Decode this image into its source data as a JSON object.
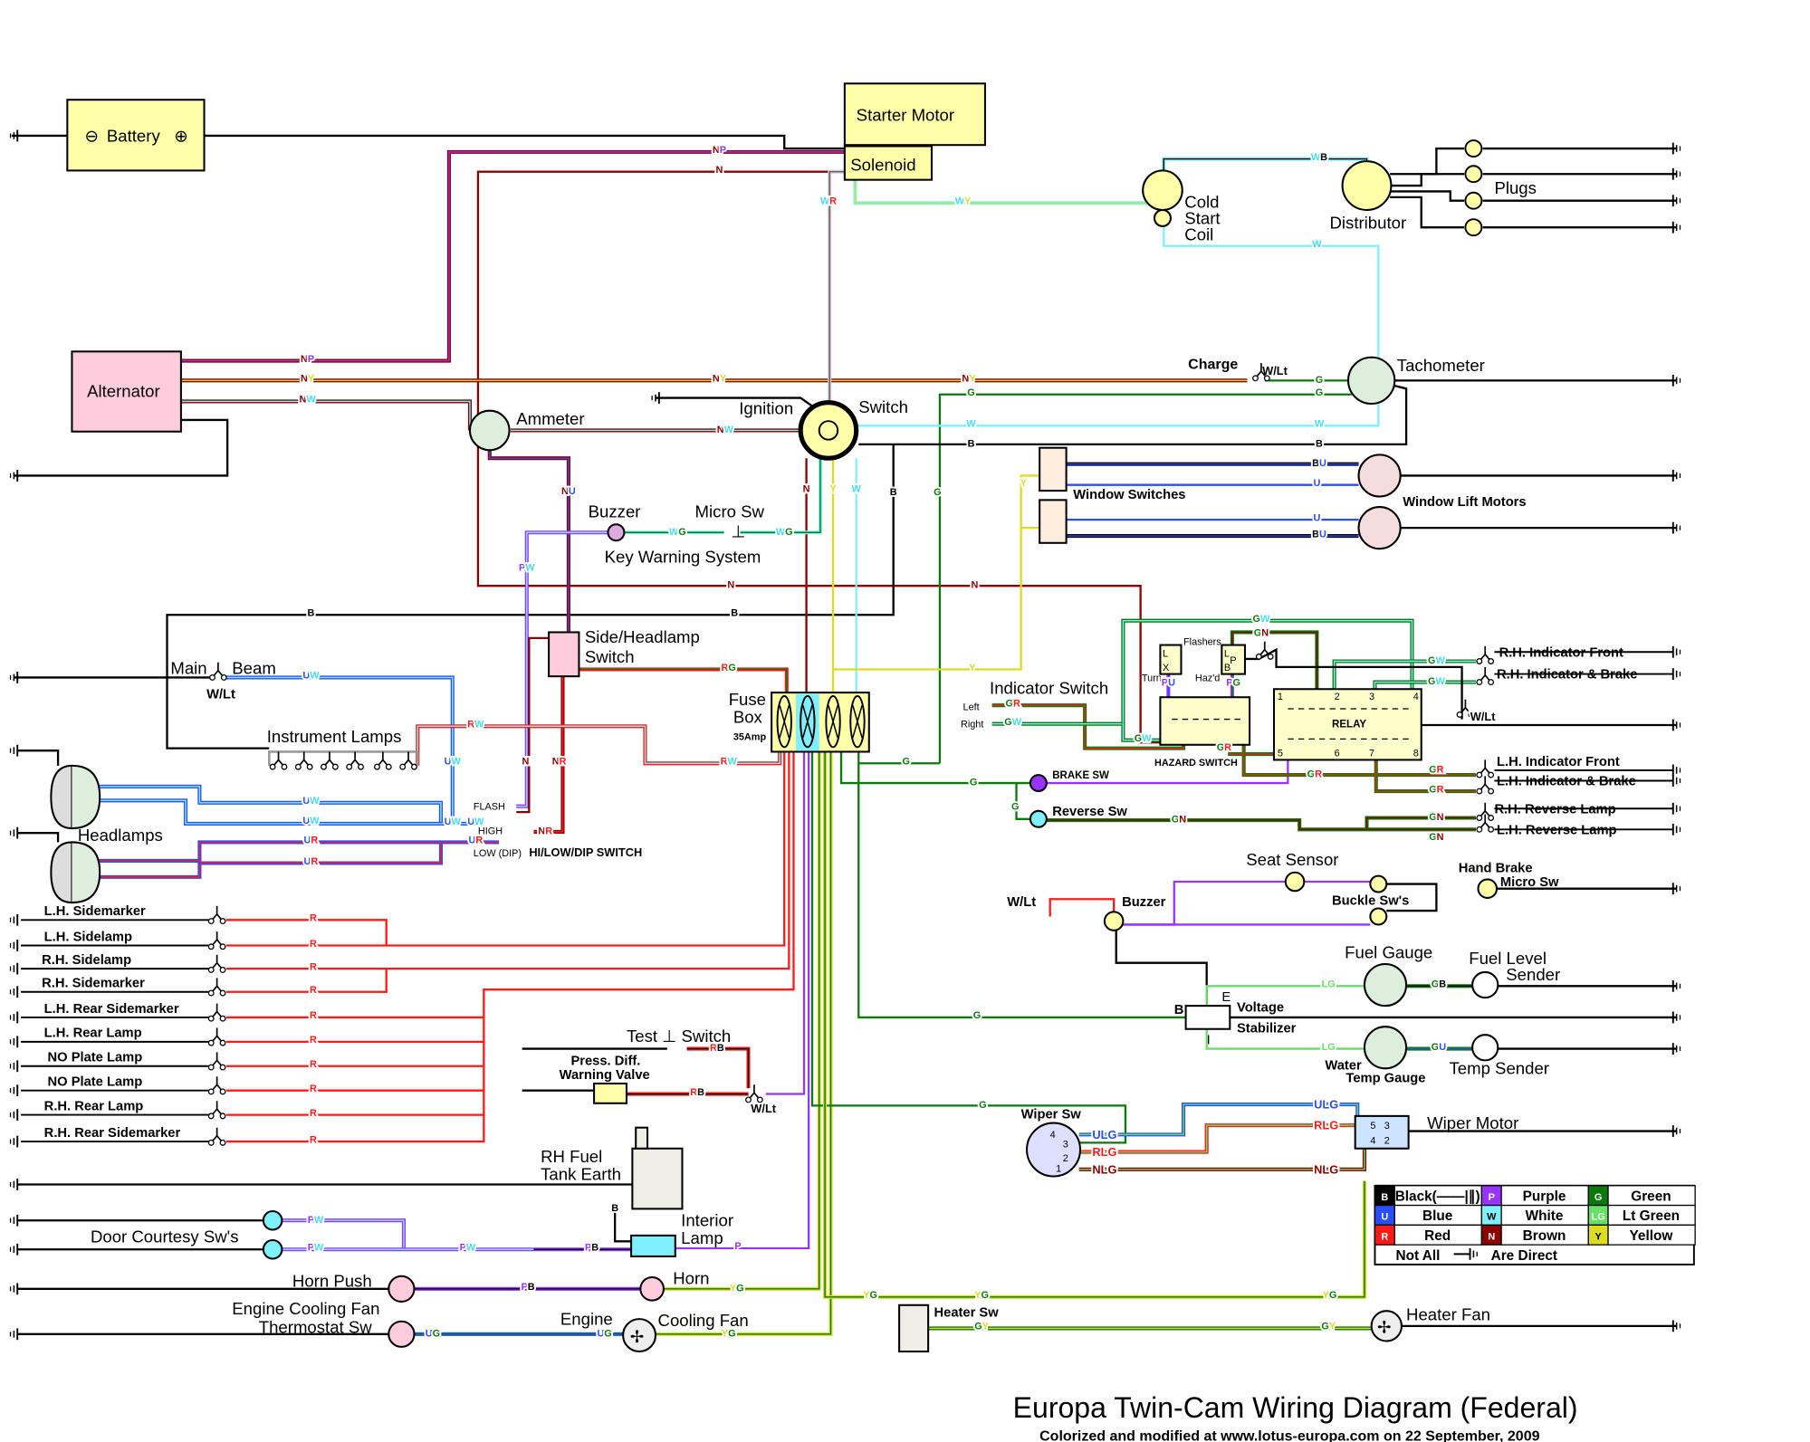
{
  "title": "Europa Twin-Cam Wiring Diagram (Federal)",
  "credit": "Colorized and modified at www.lotus-europa.com on 22 September, 2009",
  "colors": {
    "B": "#000000",
    "U": "#2a4dff",
    "R": "#ff1a1a",
    "P": "#9933ff",
    "W": "#7ff0ff",
    "N": "#8b0000",
    "G": "#0a7a0a",
    "LG": "#66e066",
    "Y": "#dcdc22"
  },
  "components": {
    "battery": "Battery",
    "starter_motor": "Starter Motor",
    "solenoid": "Solenoid",
    "alternator": "Alternator",
    "ammeter": "Ammeter",
    "ignition": "Ignition",
    "switch": "Switch",
    "buzzer": "Buzzer",
    "micro_sw": "Micro Sw",
    "key_warning": "Key Warning System",
    "side_headlamp": [
      "Side/Headlamp",
      "Switch"
    ],
    "main": "Main",
    "beam": "Beam",
    "wlt": "W/Lt",
    "fuse_box": [
      "Fuse",
      "Box",
      "35Amp"
    ],
    "instrument_lamps": "Instrument Lamps",
    "headlamps": "Headlamps",
    "flash": "FLASH",
    "high": "HIGH",
    "low_dip": "LOW (DIP)",
    "hilow_switch": "HI/LOW/DIP SWITCH",
    "test_switch": "Test ⊥ Switch",
    "press_diff": [
      "Press. Diff.",
      "Warning Valve"
    ],
    "rh_fuel": [
      "RH Fuel",
      "Tank Earth"
    ],
    "door_courtesy": "Door Courtesy Sw's",
    "interior_lamp": [
      "Interior",
      "Lamp"
    ],
    "horn_push": "Horn Push",
    "horn": "Horn",
    "engine_fan_sw": [
      "Engine Cooling Fan",
      "Thermostat Sw"
    ],
    "engine": "Engine",
    "cooling_fan": "Cooling Fan",
    "cold_start": [
      "Cold",
      "Start",
      "Coil"
    ],
    "distributor": "Distributor",
    "plugs": "Plugs",
    "charge": "Charge",
    "tachometer": "Tachometer",
    "window_switches": "Window Switches",
    "window_lift_motors": "Window Lift Motors",
    "indicator_switch": "Indicator Switch",
    "left": "Left",
    "right": "Right",
    "flashers": "Flashers",
    "turn": "Turn",
    "hazd": "Haz'd",
    "hazard_switch": "HAZARD SWITCH",
    "relay": "RELAY",
    "relay_pins": [
      "1",
      "2",
      "3",
      "4",
      "5",
      "6",
      "7",
      "8"
    ],
    "flasher_pins": [
      "L",
      "X",
      "L",
      "P",
      "B"
    ],
    "brake_sw": "BRAKE SW",
    "reverse_sw": "Reverse Sw",
    "seat_sensor": "Seat Sensor",
    "buckle_sw": "Buckle Sw's",
    "hand_brake": [
      "Hand Brake",
      "Micro Sw"
    ],
    "fuel_gauge": "Fuel Gauge",
    "fuel_level": [
      "Fuel Level",
      "Sender"
    ],
    "voltage_stabilizer": [
      "Voltage",
      "Stabilizer"
    ],
    "stab_pins": [
      "B",
      "E",
      "I"
    ],
    "water_temp": [
      "Water",
      "Temp Gauge"
    ],
    "temp_sender": "Temp Sender",
    "wiper_sw": "Wiper Sw",
    "wiper_pins": [
      "4",
      "3",
      "1",
      "2"
    ],
    "wiper_motor": "Wiper Motor",
    "motor_pins": [
      "5",
      "3",
      "4",
      "2"
    ],
    "heater_sw": "Heater Sw",
    "heater_fan": "Heater Fan"
  },
  "left_lamps": [
    "L.H. Sidemarker",
    "L.H. Sidelamp",
    "R.H. Sidelamp",
    "R.H. Sidemarker",
    "L.H. Rear Sidemarker",
    "L.H. Rear Lamp",
    "NO Plate Lamp",
    "NO Plate Lamp",
    "R.H. Rear Lamp",
    "R.H. Rear Sidemarker"
  ],
  "right_lamps": [
    "R.H. Indicator Front",
    "R.H. Indicator & Brake",
    "L.H. Indicator Front",
    "L.H. Indicator & Brake",
    "R.H. Reverse Lamp",
    "L.H. Reverse Lamp"
  ],
  "wire_labels": [
    "NP",
    "NP",
    "N",
    "N",
    "N",
    "NY",
    "NY",
    "NY",
    "G",
    "G",
    "G",
    "G",
    "G",
    "NW",
    "NW",
    "W",
    "W",
    "W",
    "WB",
    "WR",
    "WY",
    "B",
    "B",
    "B",
    "B",
    "B",
    "N",
    "Y",
    "W",
    "BU",
    "U",
    "U",
    "BU",
    "Y",
    "Y",
    "NU",
    "WG",
    "WG",
    "PW",
    "N",
    "NR",
    "NR",
    "RG",
    "UW",
    "UW",
    "UW",
    "UW",
    "RW",
    "RW",
    "UW",
    "UW",
    "UR",
    "UR",
    "UR",
    "R",
    "R",
    "R",
    "R",
    "R",
    "R",
    "R",
    "R",
    "R",
    "R",
    "RB",
    "RB",
    "B",
    "PW",
    "PW",
    "PW",
    "PB",
    "P",
    "PB",
    "YG",
    "UG",
    "UG",
    "YG",
    "G",
    "ULG",
    "ULG",
    "RLG",
    "RLG",
    "NLG",
    "NLG",
    "YG",
    "YG",
    "YG",
    "GY",
    "GY",
    "G",
    "G",
    "G",
    "GN",
    "GN",
    "GN",
    "GR",
    "GR",
    "GR",
    "GR",
    "GR",
    "GW",
    "GW",
    "GW",
    "GW",
    "GW",
    "GN",
    "PU",
    "PG",
    "LG",
    "GB",
    "LG",
    "GU",
    "W/Lt",
    "W/Lt",
    "W/Lt",
    "W/Lt"
  ],
  "legend": {
    "rows": [
      [
        {
          "code": "B",
          "name": "Black(——|∥)"
        },
        {
          "code": "P",
          "name": "Purple"
        },
        {
          "code": "G",
          "name": "Green"
        }
      ],
      [
        {
          "code": "U",
          "name": "Blue"
        },
        {
          "code": "W",
          "name": "White"
        },
        {
          "code": "LG",
          "name": "Lt Green"
        }
      ],
      [
        {
          "code": "R",
          "name": "Red"
        },
        {
          "code": "N",
          "name": "Brown"
        },
        {
          "code": "Y",
          "name": "Yellow"
        }
      ]
    ],
    "note_left": "Not All",
    "note_right": "Are Direct"
  }
}
